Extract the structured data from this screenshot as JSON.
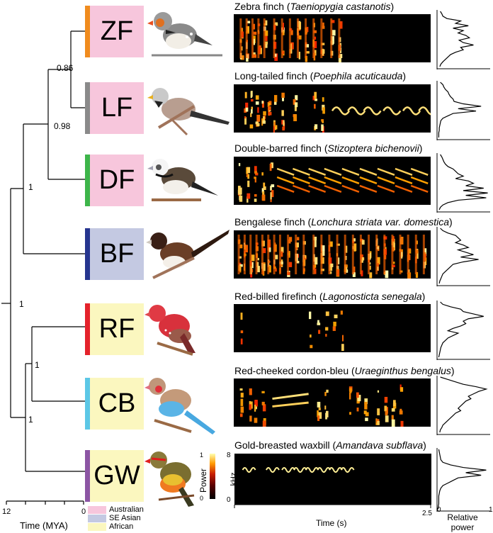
{
  "tree": {
    "support_values": [
      "0.86",
      "0.98",
      "1",
      "1",
      "1",
      "1"
    ],
    "axis": {
      "label": "Time (MYA)",
      "tick_left": "12",
      "tick_right": "0"
    }
  },
  "species": [
    {
      "code": "ZF",
      "common": "Zebra finch",
      "latin": "Taeniopygia castanotis",
      "region": "Australian",
      "bar_color": "#f08c1e",
      "box_color": "#f7c6dc"
    },
    {
      "code": "LF",
      "common": "Long-tailed finch",
      "latin": "Poephila acuticauda",
      "region": "Australian",
      "bar_color": "#8a8a8a",
      "box_color": "#f7c6dc"
    },
    {
      "code": "DF",
      "common": "Double-barred finch",
      "latin": "Stizoptera bichenovii",
      "region": "Australian",
      "bar_color": "#3db54a",
      "box_color": "#f7c6dc"
    },
    {
      "code": "BF",
      "common": "Bengalese finch",
      "latin": "Lonchura striata var. domestica",
      "region": "SE Asian",
      "bar_color": "#26358f",
      "box_color": "#c4c9e2"
    },
    {
      "code": "RF",
      "common": "Red-billed firefinch",
      "latin": "Lagonosticta senegala",
      "region": "African",
      "bar_color": "#e4222b",
      "box_color": "#fbf7bf"
    },
    {
      "code": "CB",
      "common": "Red-cheeked cordon-bleu",
      "latin": "Uraeginthus bengalus",
      "region": "African",
      "bar_color": "#5cc7e6",
      "box_color": "#fbf7bf"
    },
    {
      "code": "GW",
      "common": "Gold-breasted waxbill",
      "latin": "Amandava subflava",
      "region": "African",
      "bar_color": "#8c55a4",
      "box_color": "#fbf7bf"
    }
  ],
  "legend": [
    {
      "label": "Australian",
      "color": "#f7c6dc"
    },
    {
      "label": "SE Asian",
      "color": "#c4c9e2"
    },
    {
      "label": "African",
      "color": "#fbf7bf"
    }
  ],
  "colorbar": {
    "title": "Power",
    "tick_top": "1",
    "tick_bottom": "0"
  },
  "spectrogram_axes": {
    "y_label": "kHz",
    "y_top": "8",
    "y_bottom": "0",
    "x_label": "Time (s)",
    "x_left": "0",
    "x_right": "2.5"
  },
  "power_axis": {
    "label_line1": "Relative",
    "label_line2": "power",
    "tick_left": "0",
    "tick_right": "1"
  }
}
